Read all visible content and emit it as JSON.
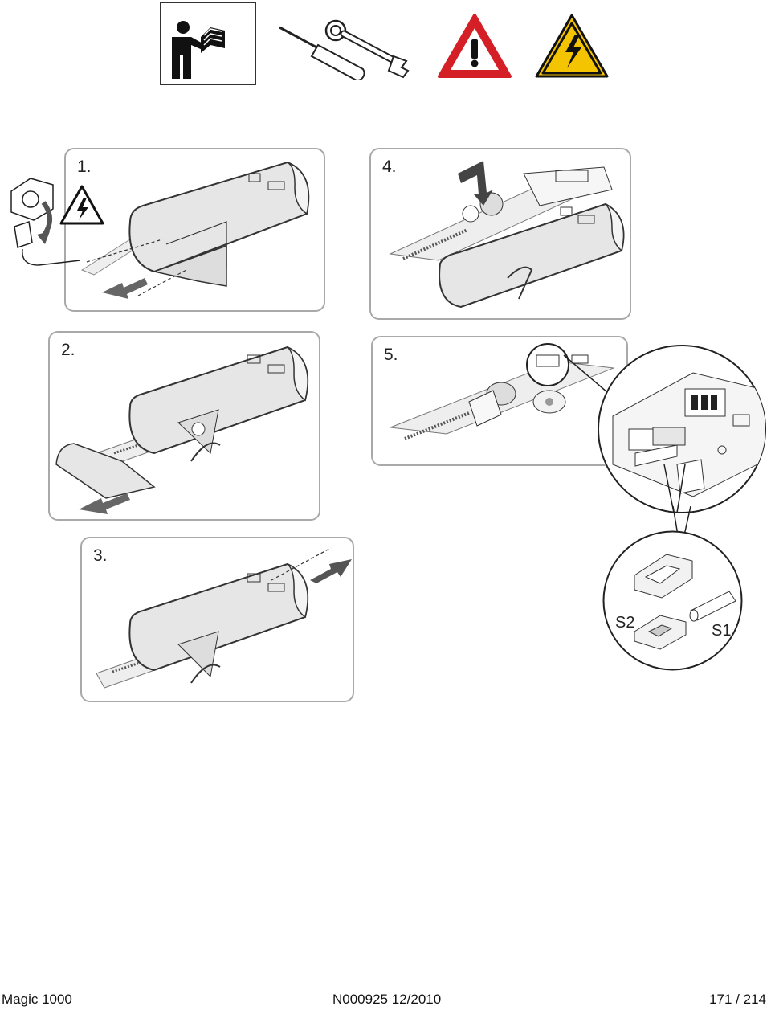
{
  "header_icons": [
    {
      "name": "read-manual-icon"
    },
    {
      "name": "tools-icon"
    },
    {
      "name": "warning-general-icon",
      "color": "#d51f26"
    },
    {
      "name": "warning-electric-icon",
      "color": "#f5c400"
    }
  ],
  "steps": [
    {
      "label": "1."
    },
    {
      "label": "2."
    },
    {
      "label": "3."
    },
    {
      "label": "4."
    },
    {
      "label": "5."
    }
  ],
  "detail": {
    "s2_label": "S2",
    "s1_label": "S1"
  },
  "footer": {
    "product": "Magic 1000",
    "doc_code": "N000925 12/2010",
    "page": "171 / 214"
  }
}
